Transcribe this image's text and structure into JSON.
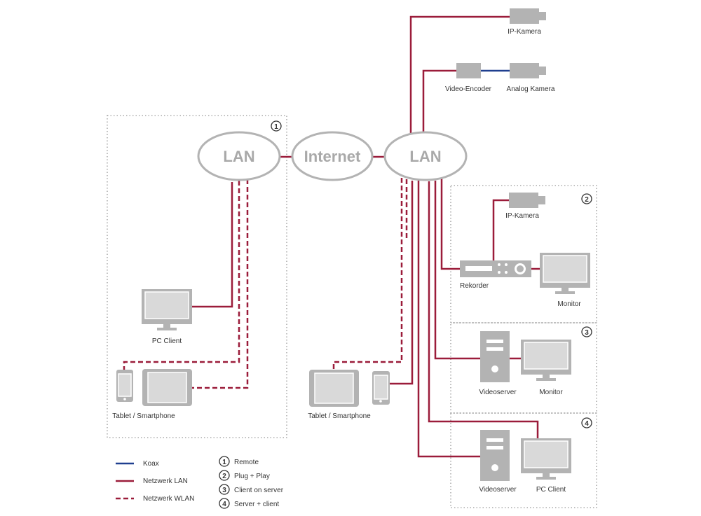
{
  "clouds": {
    "lan_left": "LAN",
    "internet": "Internet",
    "lan_right": "LAN"
  },
  "devices": {
    "ip_camera_top": "IP-Kamera",
    "video_encoder": "Video-Encoder",
    "analog_camera": "Analog Kamera",
    "ip_camera_zone2": "IP-Kamera",
    "recorder": "Rekorder",
    "monitor_zone2": "Monitor",
    "videoserver_zone3": "Videoserver",
    "monitor_zone3": "Monitor",
    "videoserver_zone4": "Videoserver",
    "pc_client_zone4": "PC Client",
    "pc_client_left": "PC Client",
    "tablet_left": "Tablet / Smartphone",
    "tablet_middle": "Tablet / Smartphone"
  },
  "zones": {
    "zone1": "1",
    "zone2": "2",
    "zone3": "3",
    "zone4": "4"
  },
  "legend": {
    "lines": [
      {
        "label": "Koax",
        "style": "koax"
      },
      {
        "label": "Netzwerk LAN",
        "style": "lan"
      },
      {
        "label": "Netzwerk WLAN",
        "style": "wlan"
      }
    ],
    "modes": [
      {
        "num": "1",
        "label": "Remote"
      },
      {
        "num": "2",
        "label": "Plug + Play"
      },
      {
        "num": "3",
        "label": "Client on server"
      },
      {
        "num": "4",
        "label": "Server + client"
      }
    ]
  },
  "colors": {
    "lan": "#9b1c3a",
    "koax": "#1f3f8f",
    "device": "#b3b3b3"
  }
}
